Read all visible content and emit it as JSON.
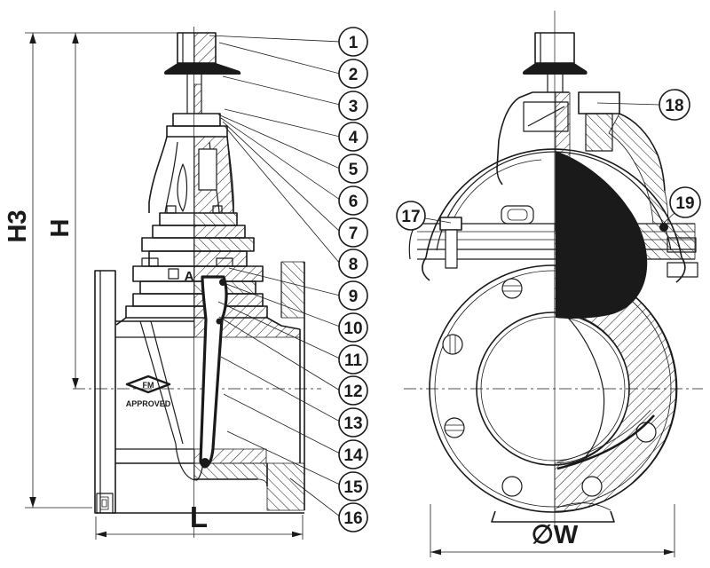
{
  "page": {
    "background": "#ffffff",
    "ink": "#1a1a1a",
    "description": "Sectional engineering drawing of a resilient-seated gate valve, front section view (left) and side section view (right)"
  },
  "dimensions": {
    "h3": "H3",
    "h": "H",
    "l": "L",
    "w": "∅W"
  },
  "callouts": [
    "1",
    "2",
    "3",
    "4",
    "5",
    "6",
    "7",
    "8",
    "9",
    "10",
    "11",
    "12",
    "13",
    "14",
    "15",
    "16",
    "17",
    "18",
    "19"
  ],
  "logo": {
    "fm": "FM",
    "approved": "APPROVED"
  },
  "marking": "A"
}
